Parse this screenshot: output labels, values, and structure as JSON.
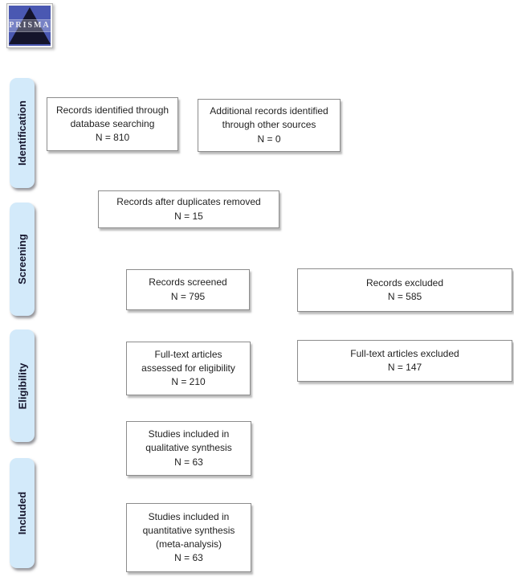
{
  "logo": {
    "text": "PRISMA"
  },
  "stages": [
    {
      "label": "Identification"
    },
    {
      "label": "Screening"
    },
    {
      "label": "Eligibility"
    },
    {
      "label": "Included"
    }
  ],
  "boxes": {
    "records_identified": {
      "lines": [
        "Records identified through",
        "database searching",
        "N = 810"
      ]
    },
    "additional_records": {
      "lines": [
        "Additional records identified",
        "through other sources",
        "N = 0"
      ]
    },
    "duplicates_removed": {
      "lines": [
        "Records after duplicates removed",
        "N = 15"
      ]
    },
    "records_screened": {
      "lines": [
        "Records screened",
        "N = 795"
      ]
    },
    "records_excluded": {
      "lines": [
        "Records excluded",
        "N = 585"
      ]
    },
    "fulltext_assessed": {
      "lines": [
        "Full-text articles",
        "assessed for eligibility",
        "N = 210"
      ]
    },
    "fulltext_excluded": {
      "lines": [
        "Full-text articles excluded",
        "N = 147"
      ]
    },
    "qualitative_synthesis": {
      "lines": [
        "Studies included in",
        "qualitative synthesis",
        "N = 63"
      ]
    },
    "quantitative_synthesis": {
      "lines": [
        "Studies included in",
        "quantitative synthesis",
        "(meta-analysis)",
        "N = 63"
      ]
    }
  },
  "colors": {
    "stage_fill": "#d3eafa",
    "box_border": "#8c8c8c",
    "text": "#1f1f1f",
    "logo_blue": "#4a58b2",
    "logo_pyramid": "#14142b"
  }
}
